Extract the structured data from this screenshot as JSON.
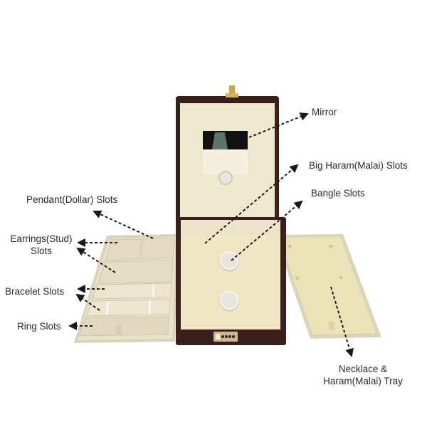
{
  "product": {
    "description": "Jewellery box with open lid, mirror and removable trays",
    "colors": {
      "leather": "#3a1f1c",
      "velvet": "#efe6c8",
      "tray": "#e3dcc2",
      "latch": "#c9a64a",
      "background": "#ffffff"
    }
  },
  "labels": {
    "mirror": "Mirror",
    "big_haram": "Big Haram(Malai) Slots",
    "bangle": "Bangle  Slots",
    "pendant": "Pendant(Dollar) Slots",
    "earrings_line1": "Earrings(Stud)",
    "earrings_line2": "Slots",
    "bracelet": "Bracelet Slots",
    "ring": "Ring Slots",
    "necklace_line1": "Necklace &",
    "necklace_line2": "Haram(Malai) Tray"
  }
}
